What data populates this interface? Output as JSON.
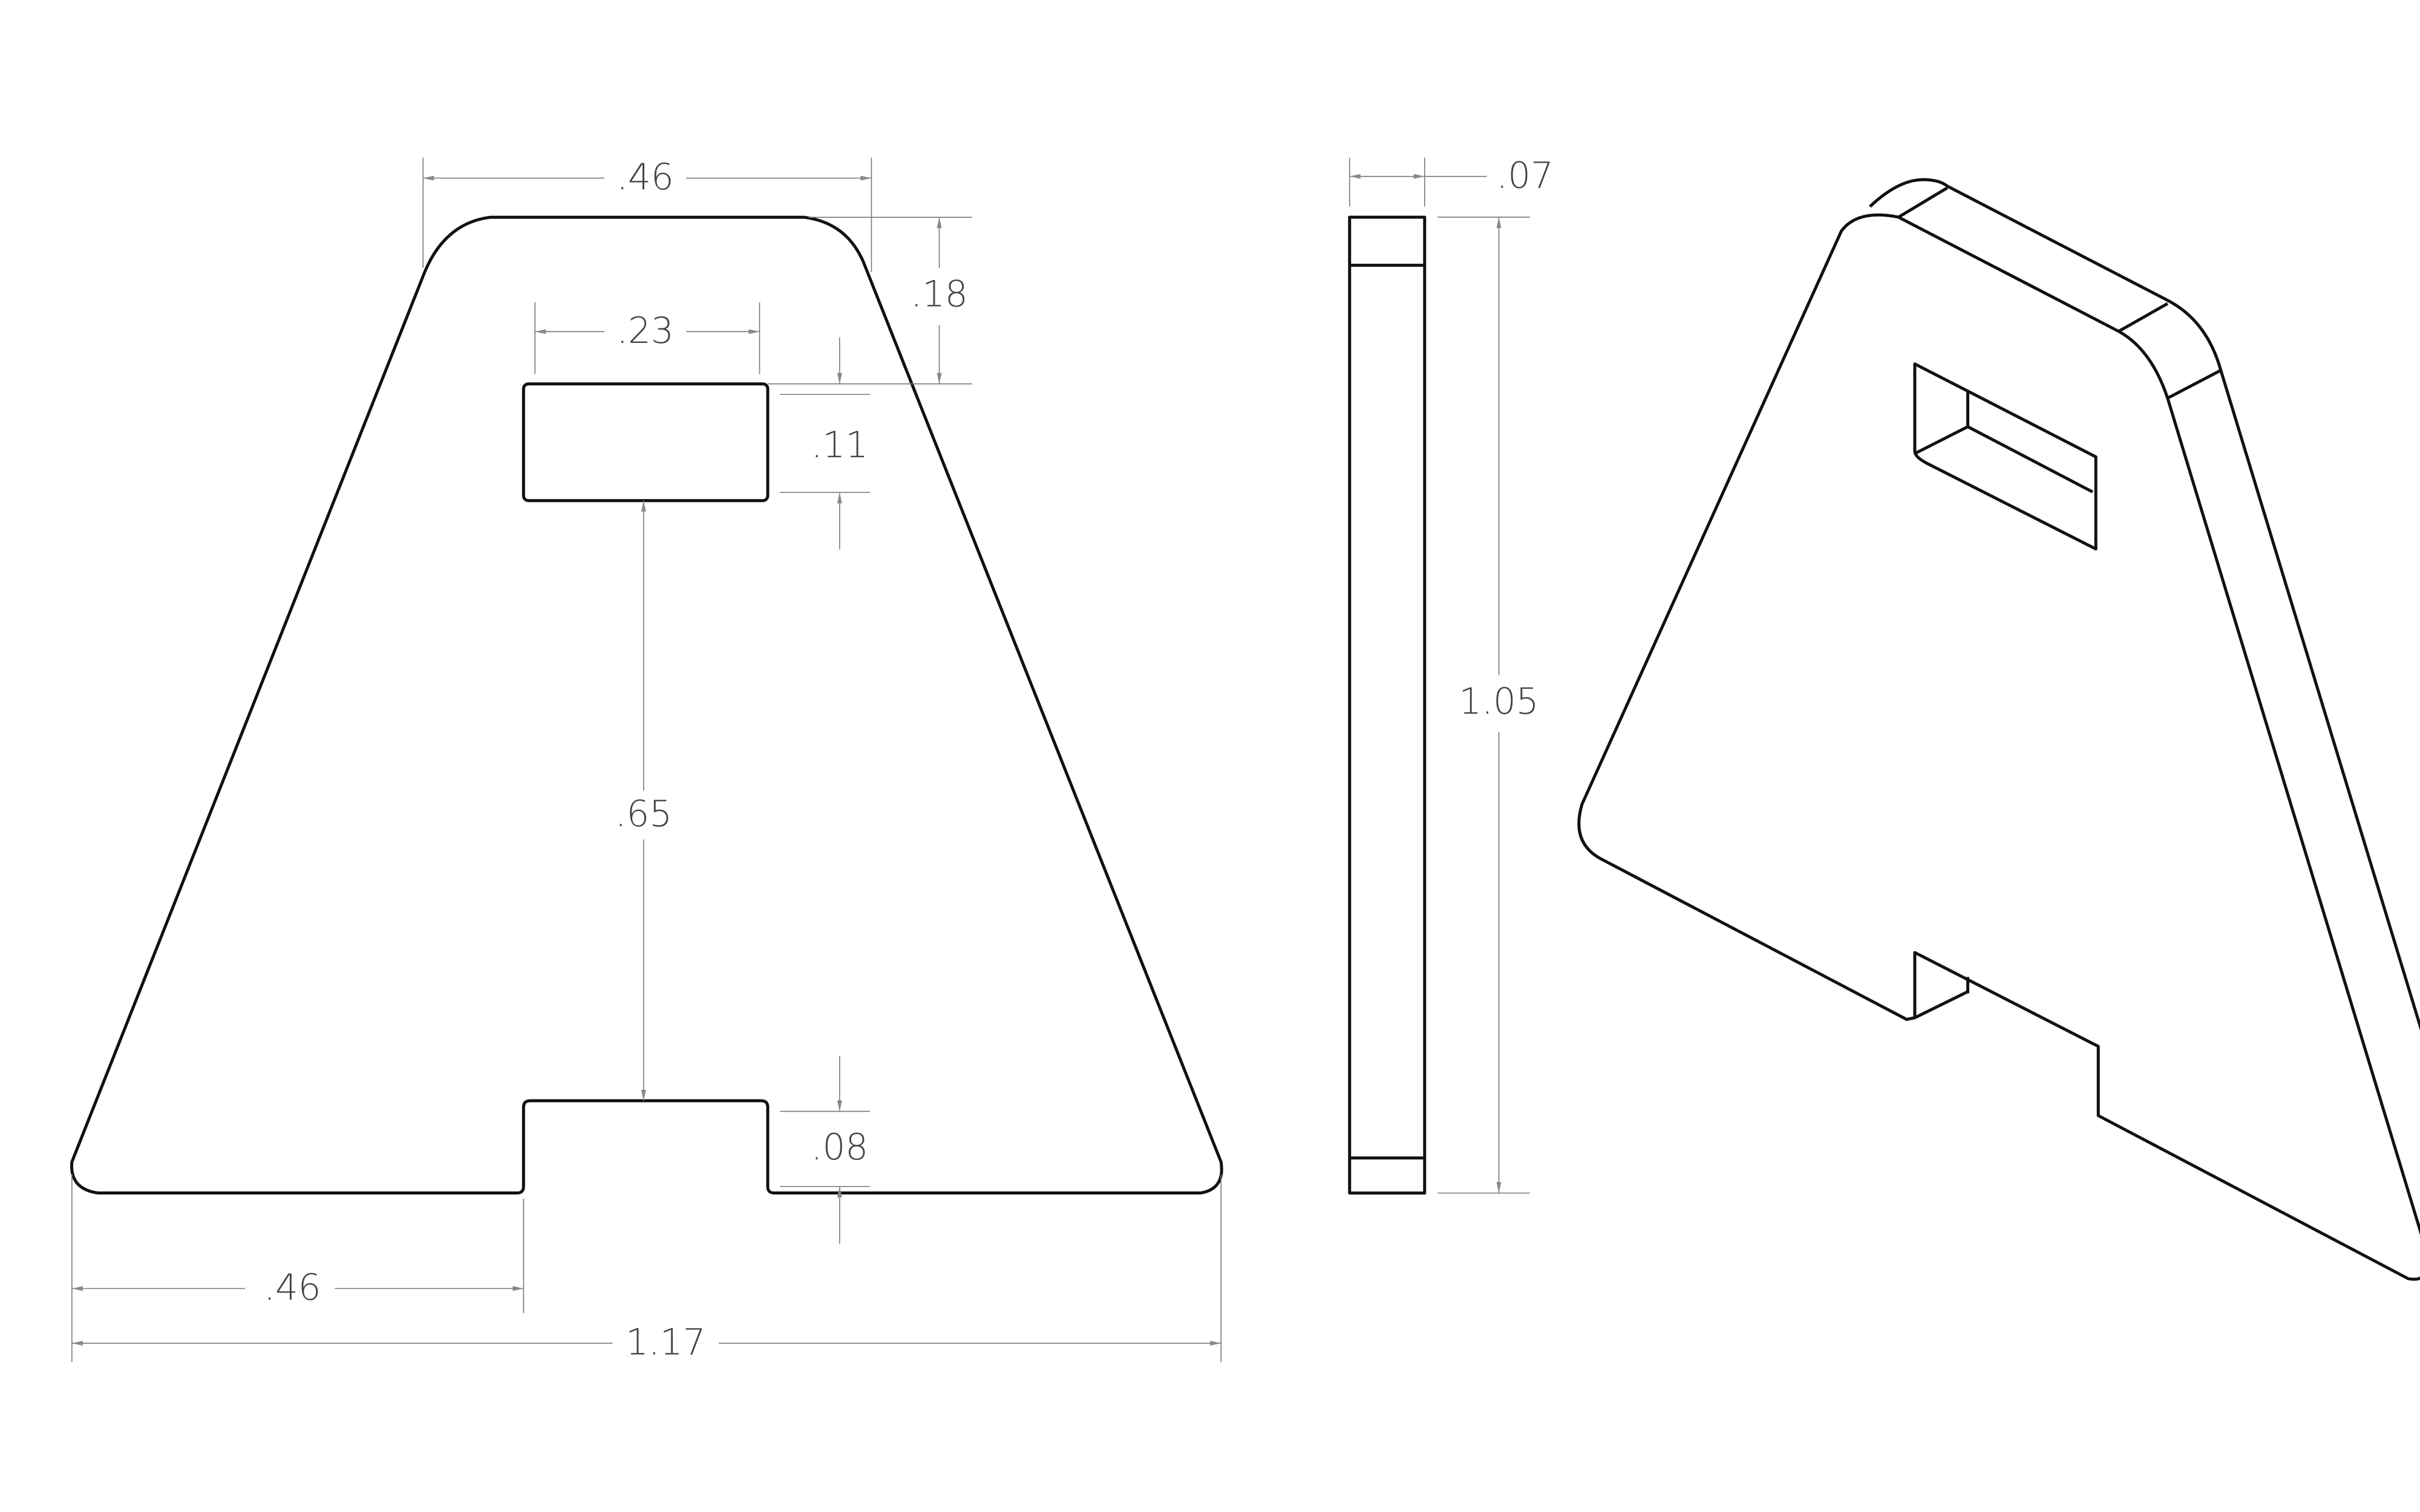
{
  "drawing": {
    "front_view": {
      "top_width": ".46",
      "top_to_hole": ".18",
      "hole_width": ".23",
      "hole_height": ".11",
      "hole_to_notch": ".65",
      "notch_depth": ".08",
      "left_to_notch": ".46",
      "overall_width": "1.17"
    },
    "side_view": {
      "thickness": ".07",
      "overall_height": "1.05"
    }
  }
}
